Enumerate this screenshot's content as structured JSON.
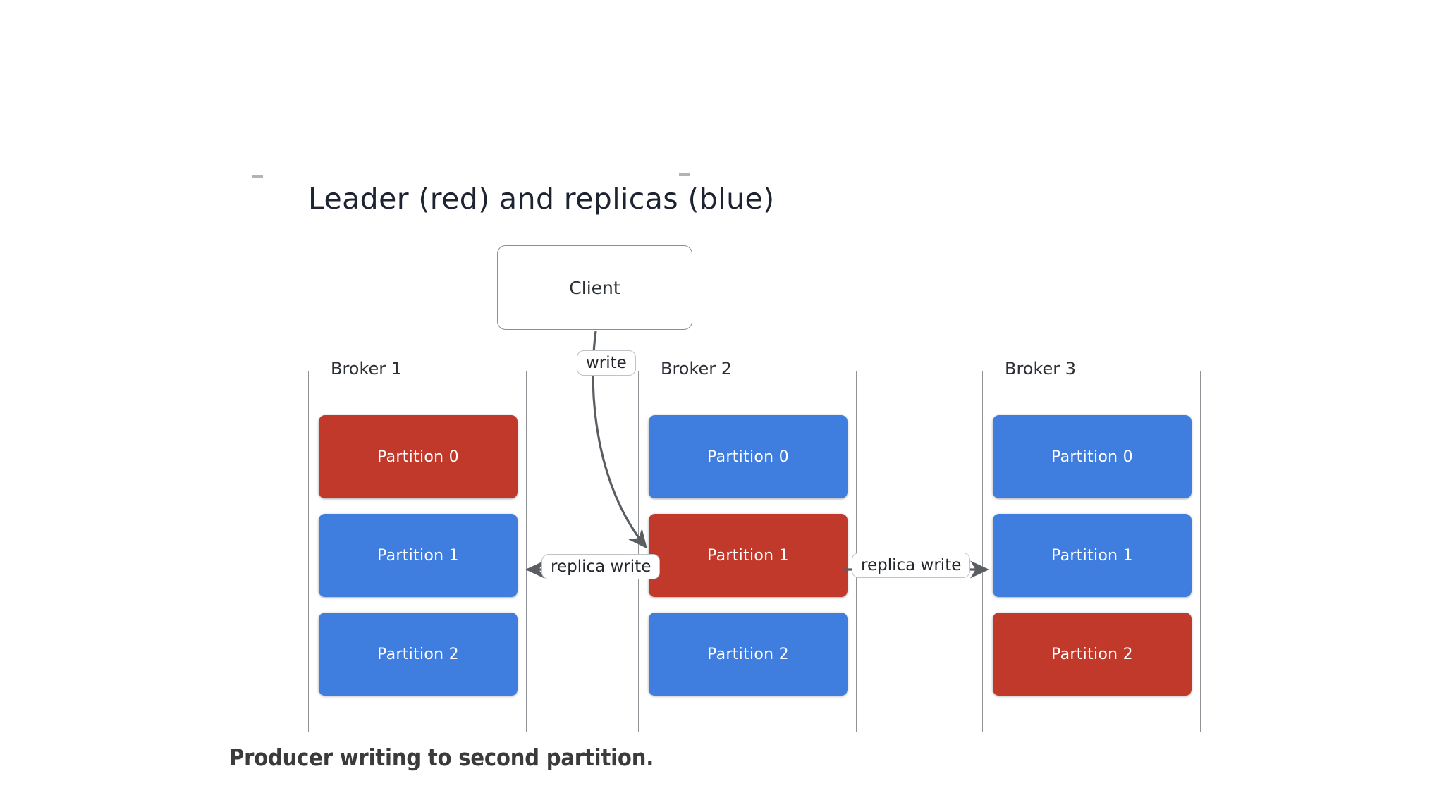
{
  "title": "Leader (red) and replicas (blue)",
  "caption": "Producer writing to second partition.",
  "client": {
    "label": "Client"
  },
  "colors": {
    "leader_red": "#c0392b",
    "replica_blue": "#3f7ddf",
    "border_gray": "#8f9297",
    "edge_gray": "#5a5d62",
    "text_dark": "#2b2f36",
    "caption_gray": "#3b3b3b",
    "background": "#ffffff"
  },
  "edges": [
    {
      "id": "write",
      "label": "write",
      "from": "client",
      "to": "broker-2 / Partition 1",
      "direction": "down-right",
      "style": "curved"
    },
    {
      "id": "replica-write-left",
      "label": "replica write",
      "from": "broker-2 / Partition 1",
      "to": "broker-1 / Partition 1",
      "direction": "left",
      "style": "straight"
    },
    {
      "id": "replica-write-right",
      "label": "replica write",
      "from": "broker-2 / Partition 1",
      "to": "broker-3 / Partition 1",
      "direction": "right",
      "style": "straight"
    }
  ],
  "brokers": [
    {
      "name": "Broker 1",
      "partitions": [
        {
          "label": "Partition 0",
          "role": "leader"
        },
        {
          "label": "Partition 1",
          "role": "replica"
        },
        {
          "label": "Partition 2",
          "role": "replica"
        }
      ]
    },
    {
      "name": "Broker 2",
      "partitions": [
        {
          "label": "Partition 0",
          "role": "replica"
        },
        {
          "label": "Partition 1",
          "role": "leader"
        },
        {
          "label": "Partition 2",
          "role": "replica"
        }
      ]
    },
    {
      "name": "Broker 3",
      "partitions": [
        {
          "label": "Partition 0",
          "role": "replica"
        },
        {
          "label": "Partition 1",
          "role": "replica"
        },
        {
          "label": "Partition 2",
          "role": "leader"
        }
      ]
    }
  ]
}
